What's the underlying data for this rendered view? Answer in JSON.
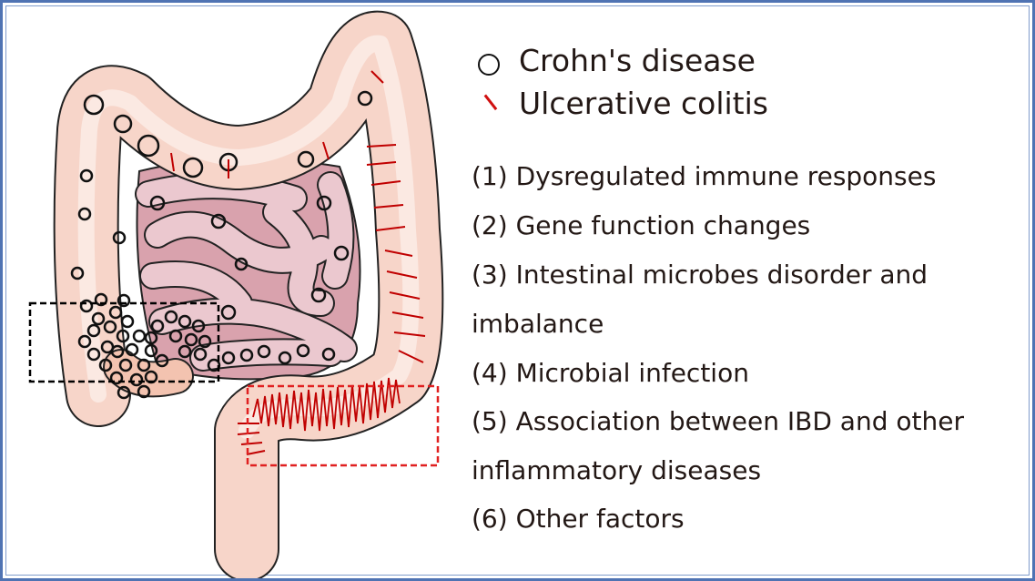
{
  "legend": {
    "crohns": {
      "label": "Crohn's disease",
      "symbol": "circle-icon"
    },
    "uc": {
      "label": "Ulcerative colitis",
      "symbol": "red-slash-icon"
    }
  },
  "factors": [
    "(1) Dysregulated immune responses",
    "(2) Gene function changes",
    "(3) Intestinal microbes disorder and",
    "imbalance",
    "(4) Microbial infection",
    "(5) Association between IBD and other",
    "inflammatory diseases",
    "(6) Other factors"
  ],
  "colors": {
    "border": "#4f73b3",
    "uc_marks": "#c00000",
    "crohn_box": "#000000",
    "uc_box": "#e02020",
    "colon": "#f7d5c9",
    "small_intestine": "#e3b6bf"
  }
}
